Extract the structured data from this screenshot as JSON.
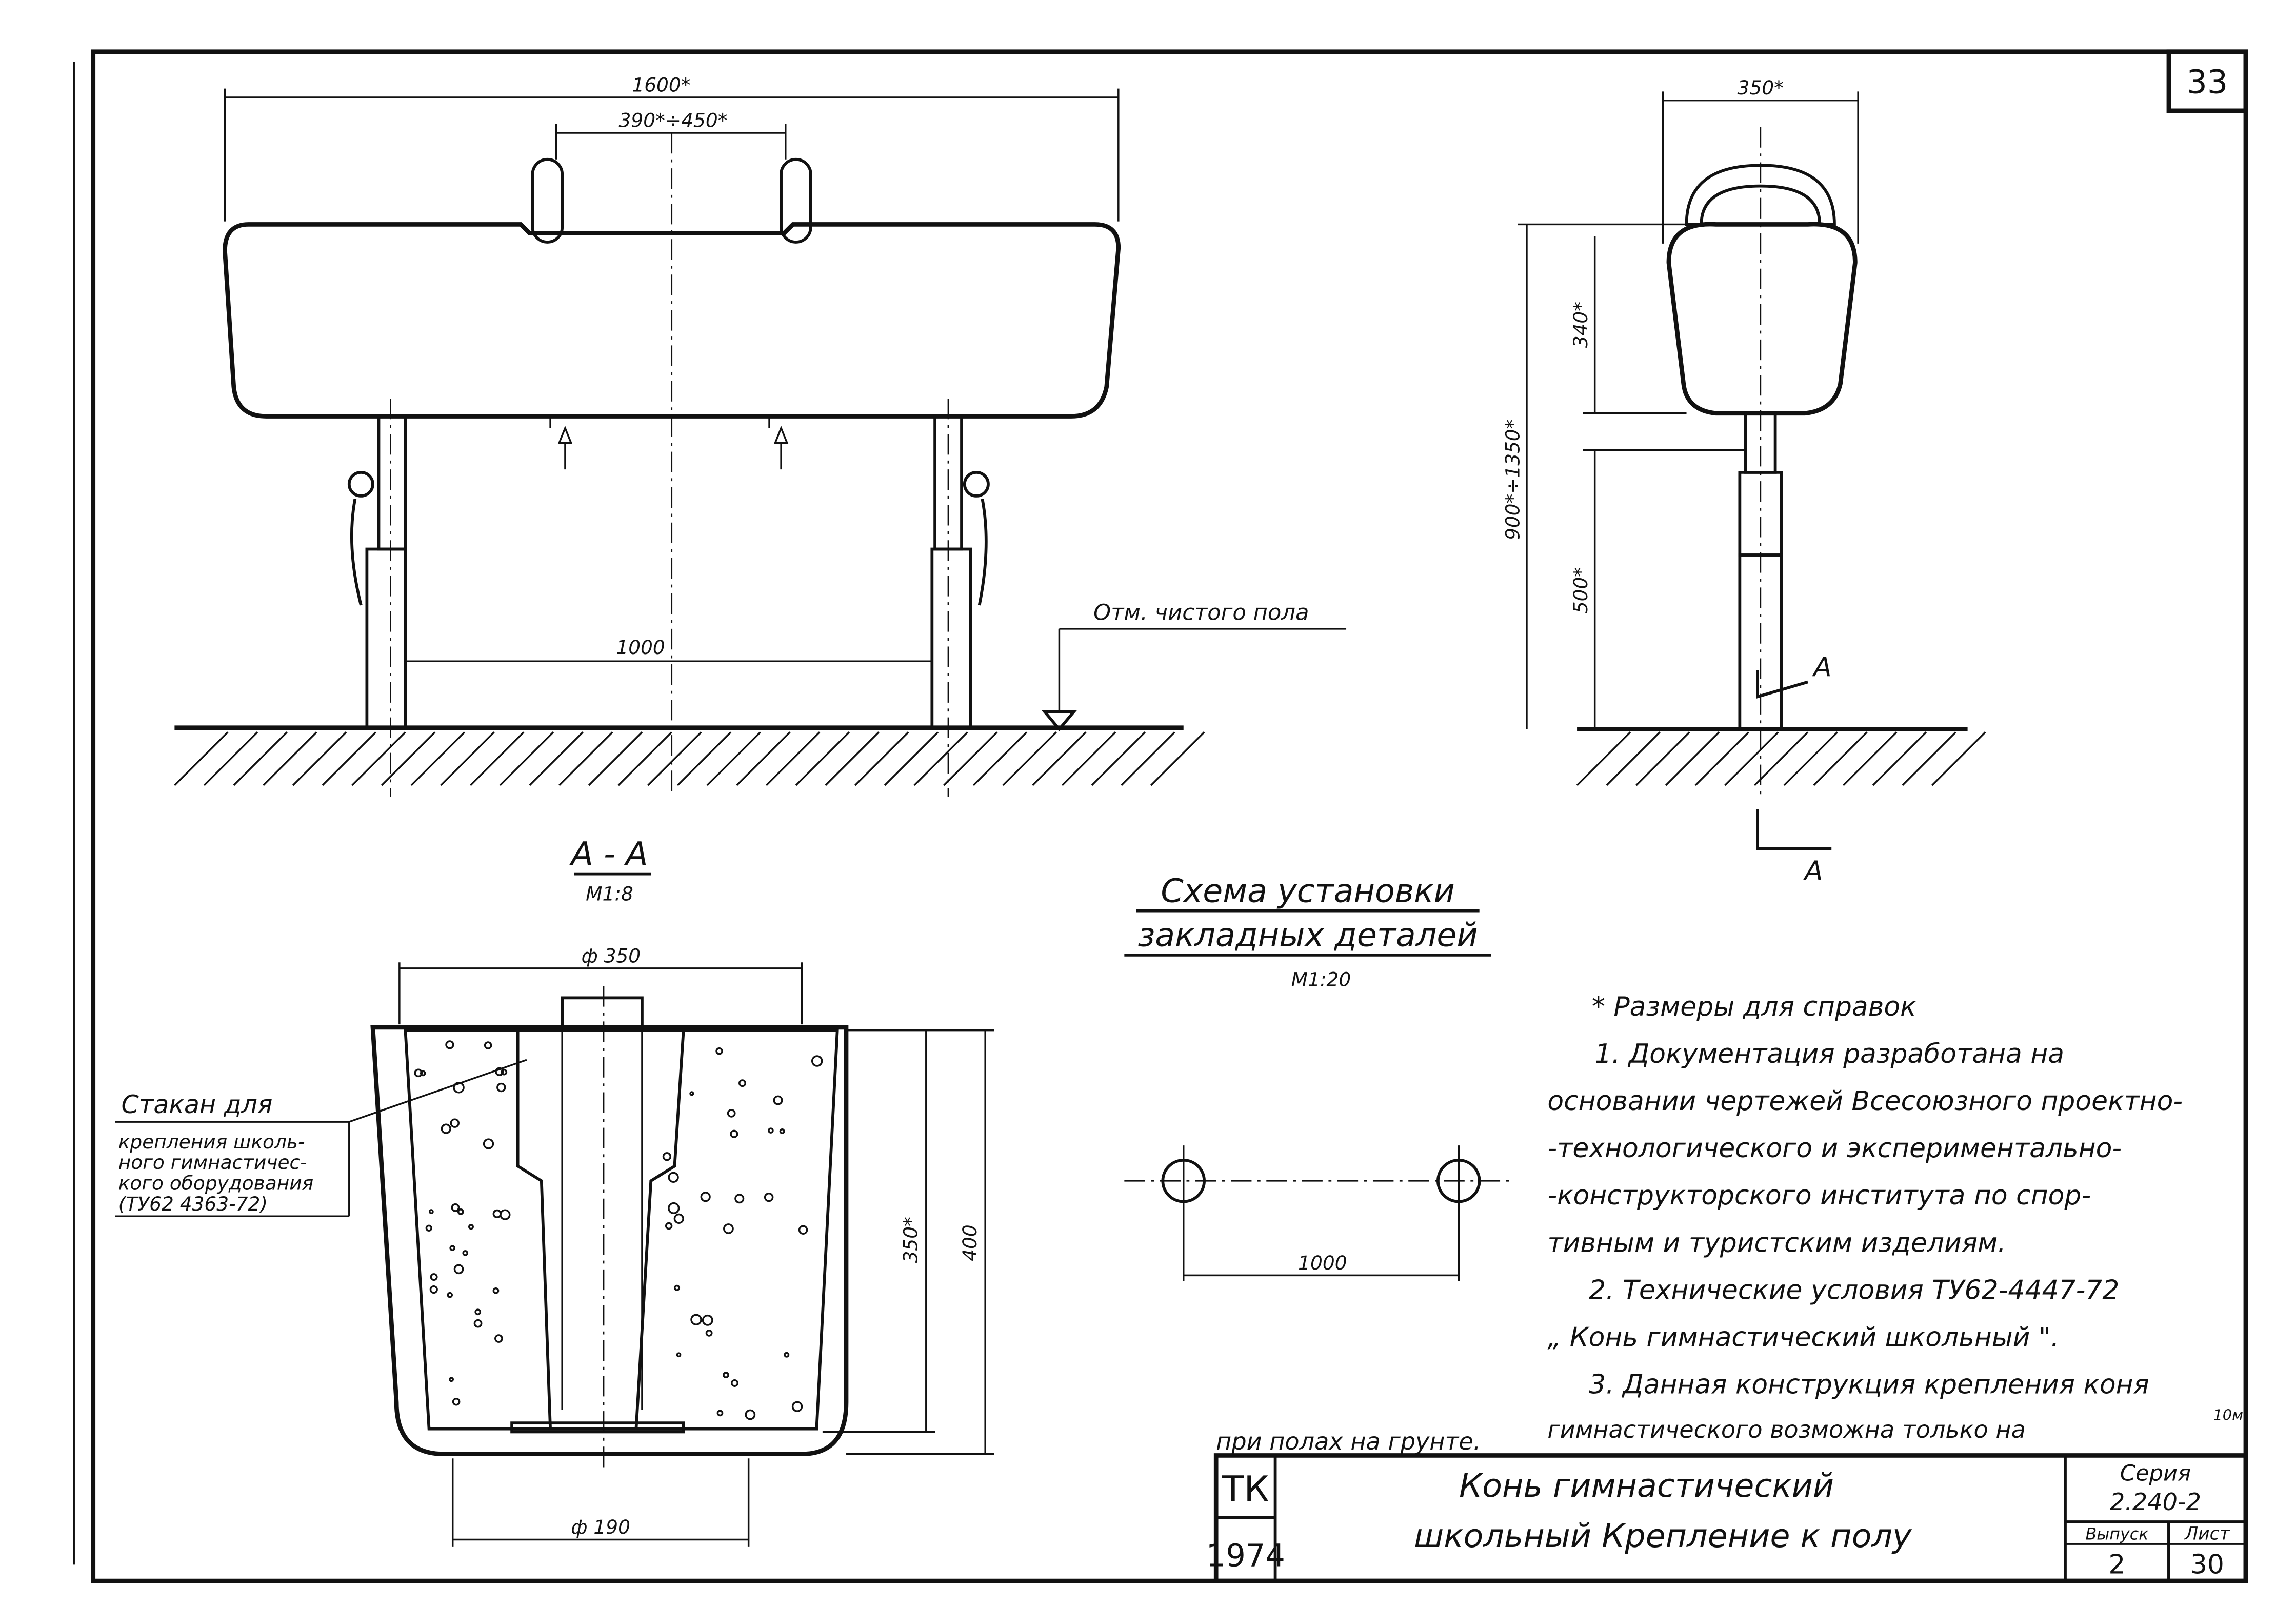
{
  "sheet": {
    "corner_number": "33"
  },
  "front_view": {
    "dim_total_length": "1600*",
    "dim_pommel_spacing": "390*÷450*",
    "dim_leg_spacing": "1000",
    "floor_mark": "Отм. чистого пола"
  },
  "side_view": {
    "dim_width": "350*",
    "dim_body_height": "340*",
    "dim_lower_leg": "500*",
    "dim_total_height": "900*÷1350*",
    "section_mark": "А"
  },
  "section_aa": {
    "title": "А - А",
    "scale": "М1:8",
    "dim_top_diameter": "ф 350",
    "dim_bottom_diameter": "ф 190",
    "dim_sleeve_depth": "350*",
    "dim_pit_depth": "400",
    "callout_title": "Стакан для",
    "callout_lines": [
      "крепления школь-",
      "ного гимнастичес-",
      "кого оборудования",
      "(ТУ62 4363-72)"
    ]
  },
  "layout_scheme": {
    "title_line1": "Схема установки",
    "title_line2": "закладных деталей",
    "scale": "М1:20",
    "dim_spacing": "1000"
  },
  "notes": {
    "lines": [
      "* Размеры для справок",
      "1. Документация разработана на",
      "основании чертежей Всесоюзного проектно-",
      "-технологического и экспериментально-",
      "-конструкторского института по спор-",
      "тивным и туристским изделиям.",
      "2. Технические условия ТУ62-4447-72",
      "„ Конь гимнастический школьный \".",
      "3. Данная конструкция крепления коня",
      "гимнастического возможна только на",
      "при полах на грунте."
    ],
    "marginal": "10м"
  },
  "title_block": {
    "org_line1": "ТК",
    "org_line2": "1974",
    "title_line1": "Конь гимнастический",
    "title_line2": "школьный Крепление к полу",
    "series_label": "Серия",
    "series_value": "2.240-2",
    "issue_label": "Выпуск",
    "issue_value": "2",
    "sheet_label": "Лист",
    "sheet_value": "30"
  }
}
